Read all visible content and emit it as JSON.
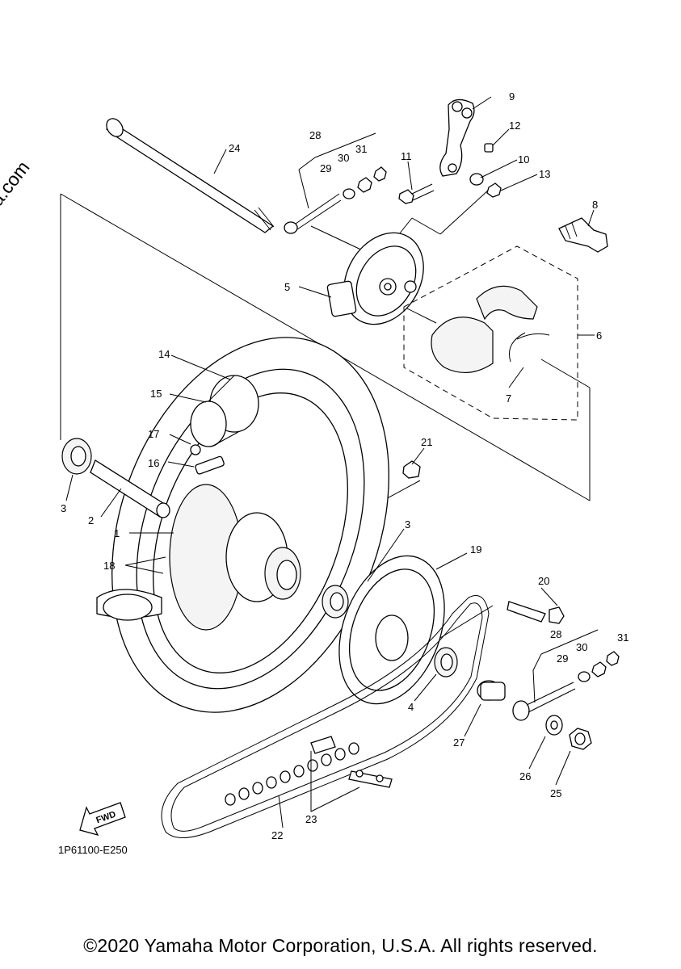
{
  "watermark": "© Partzilla.com",
  "drawing_code": "1P61100-E250",
  "copyright": "©2020 Yamaha Motor Corporation, U.S.A. All rights reserved.",
  "fwd_label": "FWD",
  "callouts": {
    "c1": "1",
    "c2": "2",
    "c3a": "3",
    "c3b": "3",
    "c4": "4",
    "c5": "5",
    "c6": "6",
    "c7": "7",
    "c8": "8",
    "c9": "9",
    "c10": "10",
    "c11": "11",
    "c12": "12",
    "c13": "13",
    "c14": "14",
    "c15": "15",
    "c16": "16",
    "c17": "17",
    "c18": "18",
    "c19": "19",
    "c20": "20",
    "c21": "21",
    "c22": "22",
    "c23": "23",
    "c24": "24",
    "c25": "25",
    "c26": "26",
    "c27": "27",
    "c28a": "28",
    "c29a": "29",
    "c30a": "30",
    "c31a": "31",
    "c28b": "28",
    "c29b": "29",
    "c30b": "30",
    "c31b": "31"
  }
}
